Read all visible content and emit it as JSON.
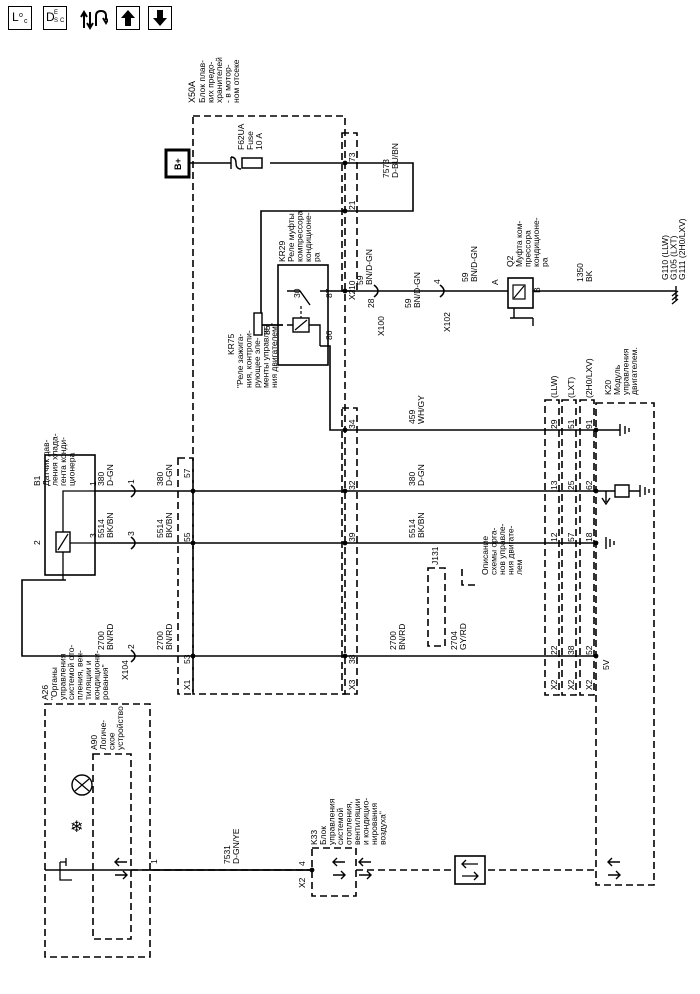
{
  "toolbar": {
    "loc_button": {
      "main": "L",
      "sub_o": "o",
      "sub_c": "c"
    },
    "desc_button": {
      "main": "D",
      "sub_e": "E",
      "sub_s": "S",
      "sub_c": "C"
    },
    "signal_icon": "signal-flow-icon",
    "up_icon": "arrow-up-icon",
    "down_icon": "arrow-down-icon"
  },
  "components": {
    "x50a": {
      "id": "X50A",
      "desc": "Блок плав-\nких предо-\nхранителей\n- в мотор-\nном отсеке"
    },
    "fuse": {
      "id": "F62UA",
      "type": "Fuse",
      "rating": "10 A"
    },
    "battery": {
      "label": "B+"
    },
    "kr29": {
      "id": "KR29",
      "desc": "Реле муфты\nкомпрессора\nкондиционе-\nра",
      "pins": {
        "p30": "30",
        "p87": "87",
        "p85": "85",
        "p86": "86"
      }
    },
    "kr75": {
      "id": "KR75",
      "desc": "\"Реле зажига-\nния, контроли-\nрующее эле-\nменты управле-\nния двигателем\""
    },
    "q2": {
      "id": "Q2",
      "desc": "Муфта ком-\nпрессора\nкондиционе-\nра",
      "pin_a": "A",
      "pin_b": "B"
    },
    "b1": {
      "id": "B1",
      "desc": "Датчик дав-\nления хлада-\nгента конди-\nционера",
      "pin1": "1",
      "pin2": "2",
      "pin3": "3"
    },
    "j131": {
      "id": "J131"
    },
    "j131_note": "Описание\nсхемы орга-\nнов управле-\nния двигате-\nлем",
    "k20": {
      "id": "K20",
      "desc": "Модуль\nуправления\nдвигателем."
    },
    "k33": {
      "id": "K33",
      "desc": "Блок\nуправления\nсистемой\nотопления,\nвентиляции\nи кондицио-\nнирования\nвоздуха\""
    },
    "a26": {
      "id": "A26",
      "desc": "\"Органы\nуправления\nсистемой ото-\nпления, вен-\nтиляции и\nкондициони-\nрования\""
    },
    "a90": {
      "id": "A90",
      "desc": "Логиче-\nское\nустройство"
    },
    "grounds": "G110 (LLW)\nG105 (LXT)\nG111 (2H0/LXV)"
  },
  "connectors": {
    "x1": "X1",
    "x2": "X2",
    "x3": "X3",
    "x100": "X100",
    "x102": "X102",
    "x104": "X104"
  },
  "variants": {
    "llw": "(LLW)",
    "lxt": "(LXT)",
    "h2": "(2H0/LXV)"
  },
  "wires": {
    "w7573": {
      "circuit": "7573",
      "color": "D-BU/BN"
    },
    "w59a": {
      "circuit": "59",
      "color": "BN/D-GN"
    },
    "w59b": {
      "circuit": "59",
      "color": "BN/D-GN"
    },
    "w59c": {
      "circuit": "59",
      "color": "BN/D-GN"
    },
    "w1350": {
      "circuit": "1350",
      "color": "BK"
    },
    "w459": {
      "circuit": "459",
      "color": "WH/GY"
    },
    "w380a": {
      "circuit": "380",
      "color": "D-GN"
    },
    "w380b": {
      "circuit": "380",
      "color": "D-GN"
    },
    "w380c": {
      "circuit": "380",
      "color": "D-GN"
    },
    "w5514a": {
      "circuit": "5514",
      "color": "BK/BN"
    },
    "w5514b": {
      "circuit": "5514",
      "color": "BK/BN"
    },
    "w5514c": {
      "circuit": "5514",
      "color": "BK/BN"
    },
    "w2700a": {
      "circuit": "2700",
      "color": "BN/RD"
    },
    "w2700b": {
      "circuit": "2700",
      "color": "BN/RD"
    },
    "w2700c": {
      "circuit": "2700",
      "color": "BN/RD"
    },
    "w2704": {
      "circuit": "2704",
      "color": "GY/RD"
    },
    "w7531": {
      "circuit": "7531",
      "color": "D-GN/YE"
    }
  },
  "pins": {
    "x50a_73": "73",
    "x50a_21": "21",
    "x50a_10": "10",
    "x50a_34": "34",
    "x50a_32": "32",
    "x50a_39": "39",
    "x50a_38": "38",
    "x1_57": "57",
    "x1_55": "55",
    "x1_53": "53",
    "x100_28": "28",
    "x102_4": "4",
    "x104_1": "1",
    "x104_3": "3",
    "x104_2": "2",
    "k20_29": "29",
    "k20_51": "51",
    "k20_91": "91",
    "k20_13": "13",
    "k20_25": "25",
    "k20_62": "62",
    "k20_12": "12",
    "k20_57": "57",
    "k20_18": "18",
    "k20_22": "22",
    "k20_38": "38",
    "k20_52": "52",
    "k20_5v": "5V",
    "k33_4": "4",
    "a26_1": "1"
  },
  "colors": {
    "line": "#000000",
    "background": "#ffffff"
  }
}
